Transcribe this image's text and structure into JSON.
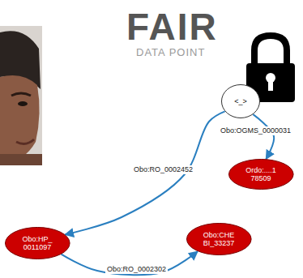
{
  "diagram": {
    "nodes": [
      {
        "text": [
          "<_>"
        ]
      },
      {
        "text": [
          "Ordo:....1 78509"
        ]
      },
      {
        "text": [
          "Obo:HP_ 0011097"
        ]
      },
      {
        "text": [
          "Obo:CHE BI_33237"
        ]
      }
    ],
    "edges": [
      {
        "from": 0,
        "to": 2,
        "label": "Obo:RO_0002452",
        "arrow": "to"
      },
      {
        "from": 0,
        "to": 1,
        "label": "Obo:OGMS_0000031",
        "arrow": "to"
      },
      {
        "from": 2,
        "to": 3,
        "label": "Obo:RO_0002302",
        "arrow": "to"
      }
    ],
    "labels": [
      "FAIR",
      "DATA POINT"
    ]
  }
}
